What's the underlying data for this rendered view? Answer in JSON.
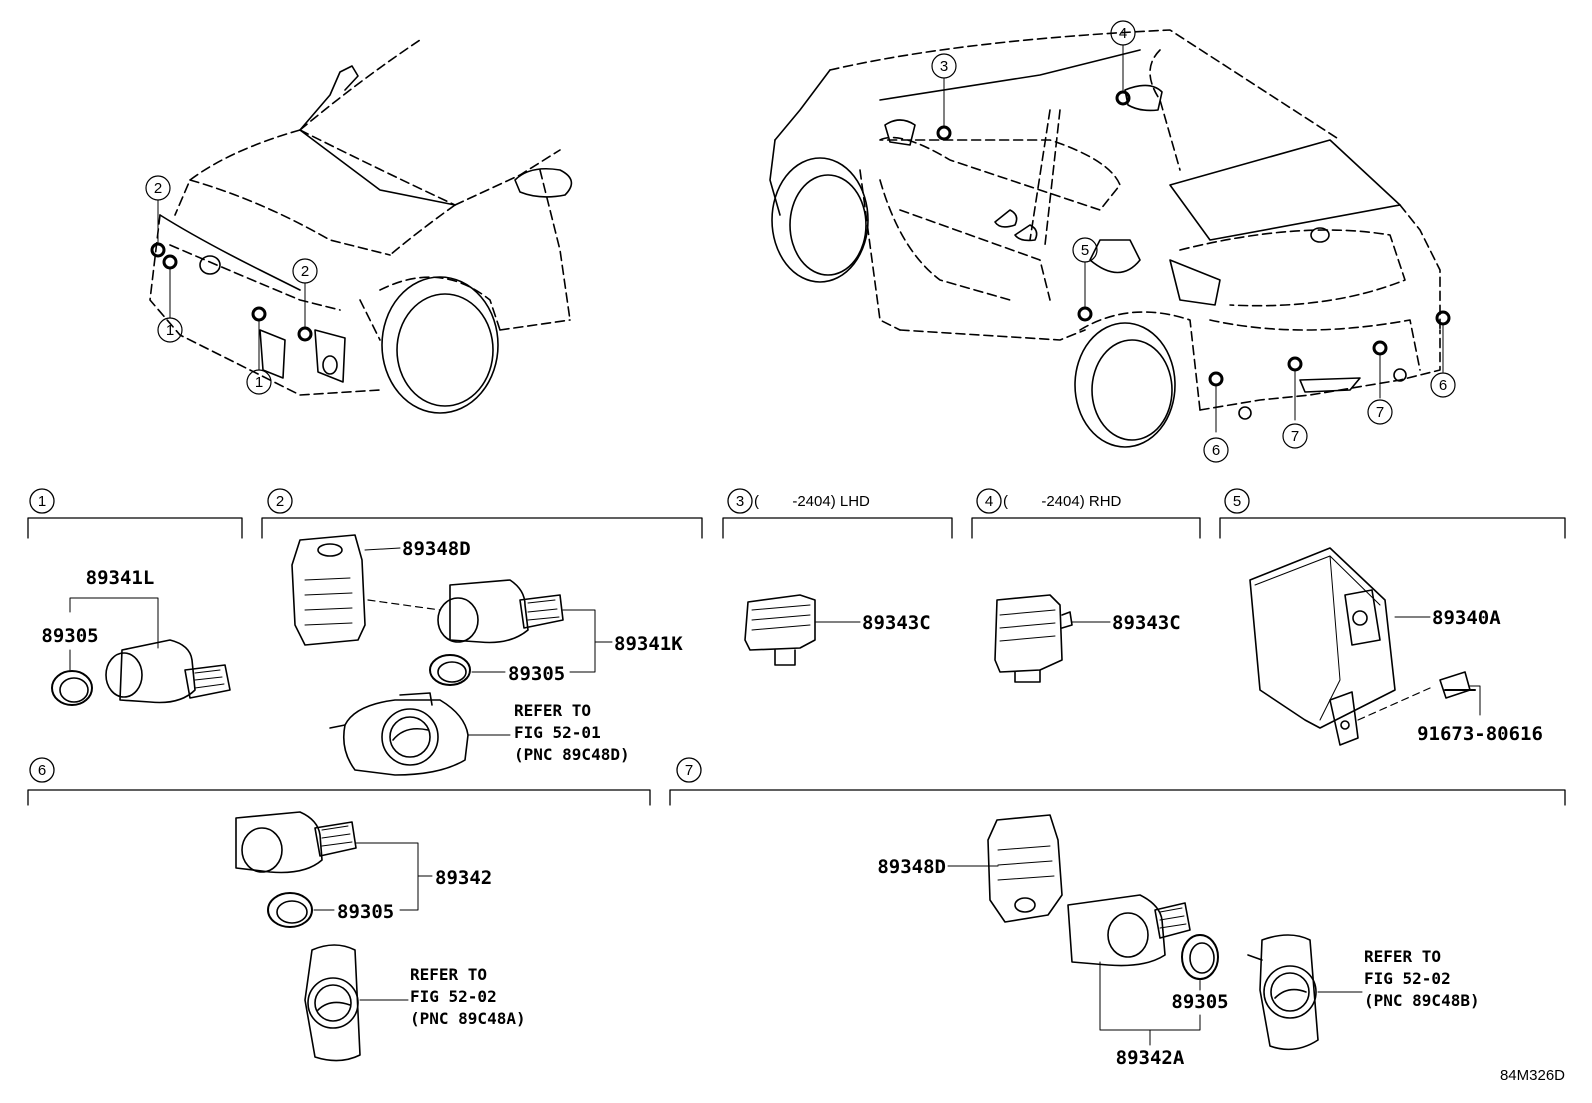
{
  "diagram_code": "84M326D",
  "sections": [
    {
      "num": "1",
      "label": ""
    },
    {
      "num": "2",
      "label": ""
    },
    {
      "num": "3",
      "label": "(        -2404) LHD"
    },
    {
      "num": "4",
      "label": "(        -2404) RHD"
    },
    {
      "num": "5",
      "label": ""
    },
    {
      "num": "6",
      "label": ""
    },
    {
      "num": "7",
      "label": ""
    }
  ],
  "callouts": {
    "front": [
      "2",
      "1",
      "2",
      "1"
    ],
    "rear": [
      "3",
      "4",
      "5",
      "6",
      "7",
      "7",
      "6"
    ]
  },
  "parts": {
    "s1_sensor": "89341L",
    "s1_ring": "89305",
    "s2_bracket": "89348D",
    "s2_sensor": "89341K",
    "s2_ring": "89305",
    "s3_module": "89343C",
    "s4_module": "89343C",
    "s5_ecu": "89340A",
    "s5_bolt": "91673-80616",
    "s6_sensor": "89342",
    "s6_ring": "89305",
    "s7_bracket": "89348D",
    "s7_ring": "89305",
    "s7_sensor": "89342A"
  },
  "refs": {
    "s2": [
      "REFER TO",
      "FIG 52-01",
      "(PNC 89C48D)"
    ],
    "s6": [
      "REFER TO",
      "FIG 52-02",
      "(PNC 89C48A)"
    ],
    "s7": [
      "REFER TO",
      "FIG 52-02",
      "(PNC 89C48B)"
    ]
  }
}
